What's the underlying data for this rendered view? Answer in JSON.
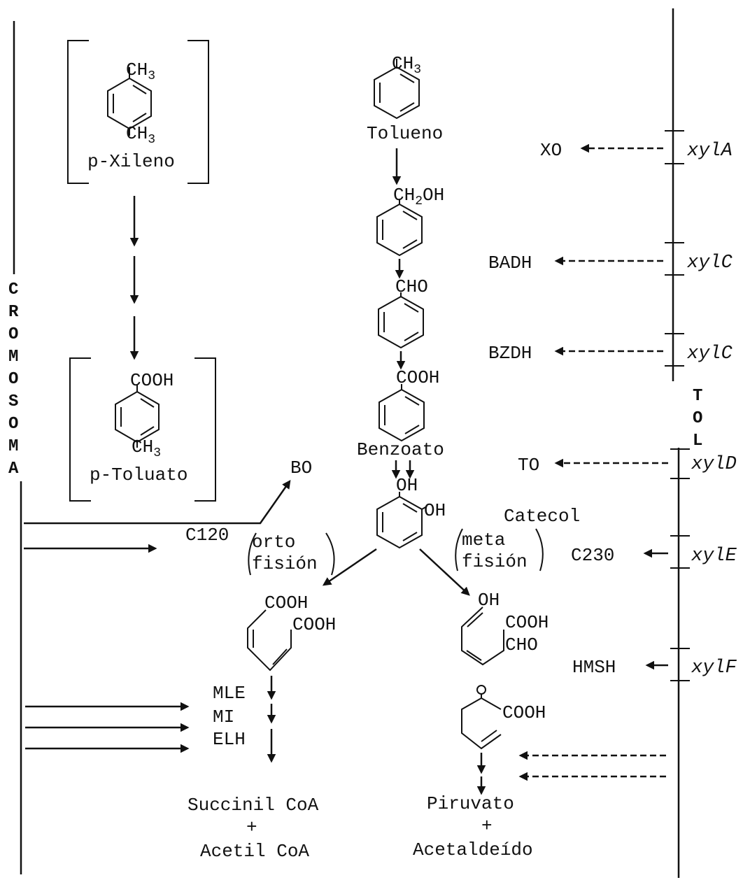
{
  "labels": {
    "chromosome_letters": [
      "C",
      "R",
      "O",
      "M",
      "O",
      "S",
      "O",
      "M",
      "A"
    ],
    "tol_letters": [
      "T",
      "O",
      "L"
    ]
  },
  "compounds": {
    "p_xileno": "p-Xileno",
    "p_toluato": "p-Toluato",
    "tolueno": "Tolueno",
    "benzoato": "Benzoato",
    "catecol": "Catecol",
    "succinil": "Succinil CoA",
    "plus1": "+",
    "acetil": "Acetil CoA",
    "piruvato": "Piruvato",
    "plus2": "+",
    "acetaldeido": "Acetaldeído"
  },
  "groups": {
    "ch3": "CH",
    "ch3_sub": "3",
    "ch2oh_pre": "CH",
    "ch2oh_sub": "2",
    "ch2oh_post": "OH",
    "cho": "CHO",
    "cooh": "COOH",
    "oh": "OH",
    "o": "O"
  },
  "fission": {
    "orto_1": "orto",
    "orto_2": "fisión",
    "meta_1": "meta",
    "meta_2": "fisión"
  },
  "enzymes": {
    "xo": "XO",
    "badh": "BADH",
    "bzdh": "BZDH",
    "to": "TO",
    "c230": "C230",
    "hmsh": "HMSH",
    "bo": "BO",
    "c120": "C120",
    "mle": "MLE",
    "mi": "MI",
    "elh": "ELH"
  },
  "genes": {
    "xylA": "xylA",
    "xylC_1": "xylC",
    "xylC_2": "xylC",
    "xylD": "xylD",
    "xylE": "xylE",
    "xylF": "xylF"
  }
}
